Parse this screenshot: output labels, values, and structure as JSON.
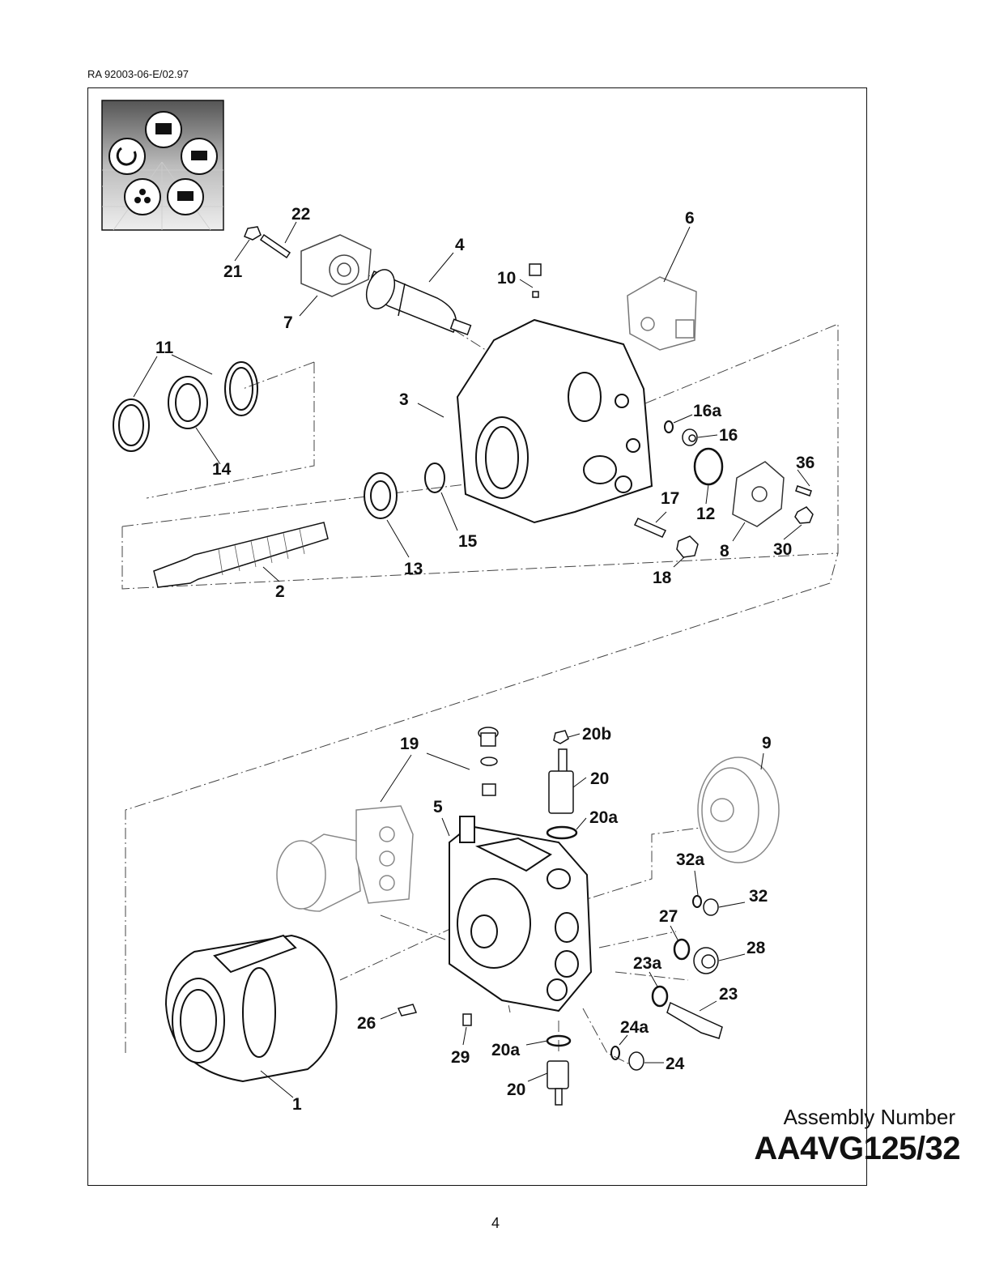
{
  "header": {
    "doc_code": "RA 92003-06-E/02.97"
  },
  "footer": {
    "page_number": "4"
  },
  "assembly": {
    "label": "Assembly Number",
    "number": "AA4VG125/32"
  },
  "callouts": {
    "p1": "1",
    "p2": "2",
    "p3": "3",
    "p4": "4",
    "p5": "5",
    "p6": "6",
    "p7": "7",
    "p8": "8",
    "p9": "9",
    "p10": "10",
    "p11": "11",
    "p12": "12",
    "p13": "13",
    "p14": "14",
    "p15": "15",
    "p16": "16",
    "p16a": "16a",
    "p17": "17",
    "p18": "18",
    "p19": "19",
    "p20_top": "20",
    "p20_bottom": "20",
    "p20a_top": "20a",
    "p20a_bottom": "20a",
    "p20b": "20b",
    "p21": "21",
    "p22": "22",
    "p23": "23",
    "p23a": "23a",
    "p24": "24",
    "p24a": "24a",
    "p26": "26",
    "p27": "27",
    "p28": "28",
    "p29": "29",
    "p30": "30",
    "p32": "32",
    "p32a": "32a",
    "p36": "36"
  }
}
